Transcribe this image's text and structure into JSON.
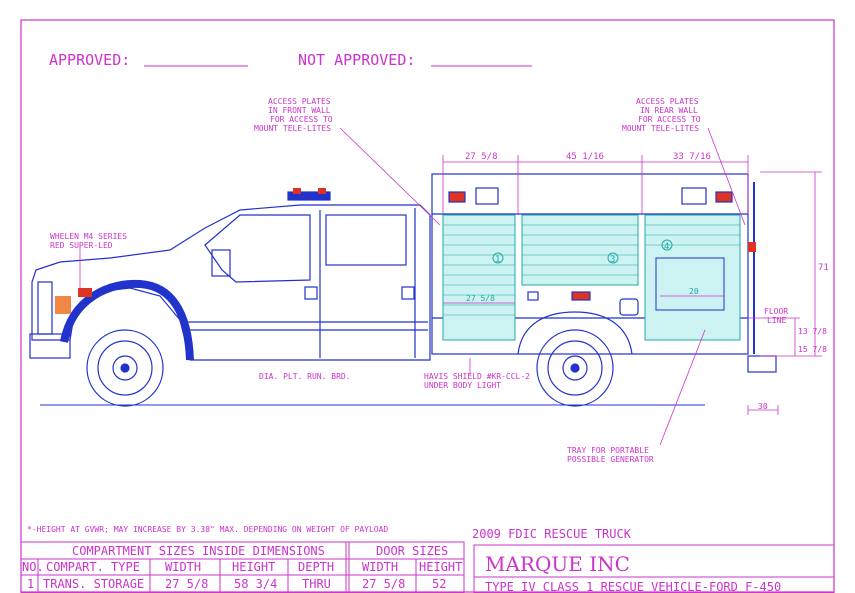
{
  "approval": {
    "approved_label": "APPROVED:",
    "not_approved_label": "NOT APPROVED:"
  },
  "callouts": {
    "front_access": [
      "ACCESS PLATES",
      "IN FRONT WALL",
      "FOR ACCESS TO",
      "MOUNT TELE-LITES"
    ],
    "rear_access": [
      "ACCESS PLATES",
      "IN REAR WALL",
      "FOR ACCESS TO",
      "MOUNT TELE-LITES"
    ],
    "whelen": [
      "WHELEN M4 SERIES",
      "RED SUPER-LED"
    ],
    "havis": [
      "HAVIS SHIELD #KR-CCL-2",
      "UNDER BODY LIGHT"
    ],
    "dia_plt": "DIA. PLT. RUN. BRD.",
    "tray": [
      "TRAY FOR PORTABLE",
      "POSSIBLE GENERATOR"
    ],
    "floor_line": [
      "FLOOR",
      "LINE"
    ]
  },
  "dimensions": {
    "top_1": "27 5/8",
    "top_2": "45 1/16",
    "top_3": "33 7/16",
    "door_width_1": "27 5/8",
    "door_20": "20",
    "height_71": "71",
    "height_13_7_8": "13 7/8",
    "height_15_7_8": "15 7/8",
    "bottom_30": "30"
  },
  "compartments": {
    "c1": "1",
    "c3": "3",
    "c4": "4"
  },
  "footnote": "*-HEIGHT AT GVWR; MAY INCREASE BY 3.38\" MAX. DEPENDING ON WEIGHT OF PAYLOAD",
  "table": {
    "title": "COMPARTMENT SIZES INSIDE DIMENSIONS",
    "door_title": "DOOR SIZES",
    "headers": [
      "NO.",
      "COMPART. TYPE",
      "WIDTH",
      "HEIGHT",
      "DEPTH",
      "WIDTH",
      "HEIGHT"
    ],
    "row": [
      "1",
      "TRANS. STORAGE",
      "27 5/8",
      "58 3/4",
      "THRU",
      "27 5/8",
      "52"
    ]
  },
  "title_block": {
    "project": "2009 FDIC RESCUE TRUCK",
    "company": "MARQUE INC",
    "description": "TYPE IV CLASS 1 RESCUE VEHICLE-FORD F-450"
  },
  "colors": {
    "magenta": "#cc33cc",
    "blue": "#2233cc",
    "cyan": "#22aaaa",
    "red": "#dd3322"
  }
}
